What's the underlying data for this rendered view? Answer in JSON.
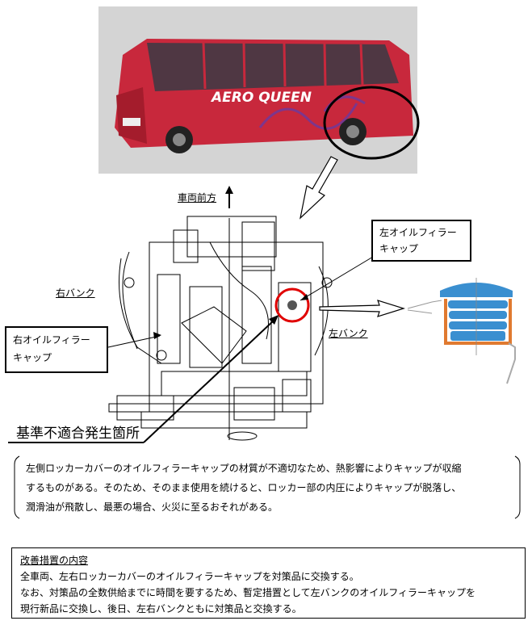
{
  "photo": {
    "logo_text": "AERO QUEEN"
  },
  "labels": {
    "vehicle_front": "車両前方",
    "right_bank": "右バンク",
    "left_bank": "左バンク",
    "right_cap_line1": "右オイルフィラー",
    "right_cap_line2": "キャップ",
    "left_cap_line1": "左オイルフィラー",
    "left_cap_line2": "キャップ",
    "defect_location": "基準不適合発生箇所"
  },
  "description": {
    "lines": [
      "左側ロッカーカバーのオイルフィラーキャップの材質が不適切なため、熱影響によりキャップが収縮",
      "するものがある。そのため、そのまま使用を続けると、ロッカー部の内圧によりキャップが脱落し、",
      "潤滑油が飛散し、最悪の場合、火災に至るおそれがある。"
    ]
  },
  "remedy": {
    "title": "改善措置の内容",
    "lines": [
      "全車両、左右ロッカーカバーのオイルフィラーキャップを対策品に交換する。",
      "なお、対策品の全数供給までに時間を要するため、暫定措置として左バンクのオイルフィラーキャップを",
      "現行新品に交換し、後日、左右バンクともに対策品と交換する。"
    ]
  },
  "colors": {
    "bus_red": "#c8283c",
    "highlight_red": "#e00000",
    "cap_blue": "#3a8fd0",
    "cap_orange": "#e07a30"
  }
}
